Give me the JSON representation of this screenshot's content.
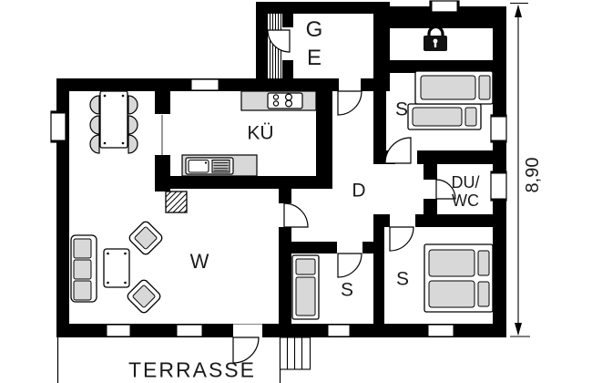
{
  "plan": {
    "rooms": {
      "wardrobe": {
        "label": "G"
      },
      "entry": {
        "label": "E"
      },
      "kitchen": {
        "label": "KÜ"
      },
      "hallway": {
        "label": "D"
      },
      "bedroom_top_right": {
        "label": "S"
      },
      "bedroom_bottom_middle": {
        "label": "S"
      },
      "bedroom_bottom_right": {
        "label": "S"
      },
      "shower_wc": {
        "line1": "DU/",
        "line2": "WC"
      },
      "living_room": {
        "label": "W"
      },
      "locked_storage": {
        "icon": "padlock-icon"
      }
    },
    "outdoor": {
      "terrace_label": "TERRASSE"
    },
    "dimension": {
      "value": "8,90"
    },
    "colors": {
      "wall": "#000000",
      "furniture_fill": "#d8d8d8",
      "background": "#ffffff",
      "line": "#1a1a1a"
    }
  }
}
